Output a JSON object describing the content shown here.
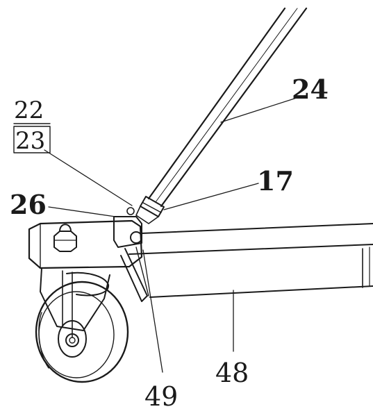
{
  "figure": {
    "reference_numerals": {
      "tube": "24",
      "upper_left_top": "22",
      "upper_left_boxed": "23",
      "collar": "17",
      "bracket": "26",
      "frame_beam": "48",
      "lever": "49"
    }
  }
}
